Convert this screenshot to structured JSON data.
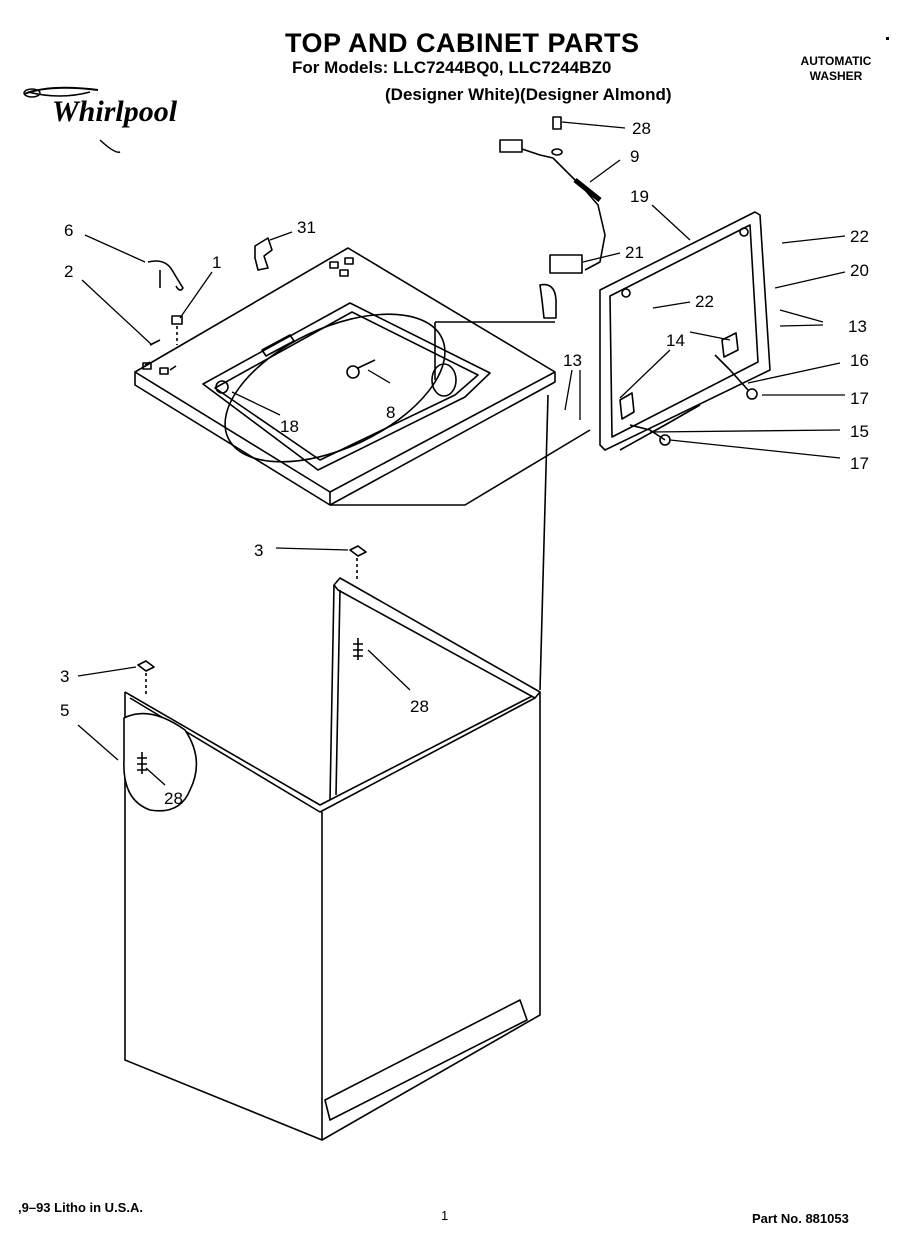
{
  "header": {
    "title": "TOP AND CABINET PARTS",
    "models_line": "For Models: LLC7244BQ0, LLC7244BZ0",
    "variants_line": "(Designer White)(Designer Almond)",
    "product_type_line1": "AUTOMATIC",
    "product_type_line2": "WASHER",
    "brand": "Whirlpool"
  },
  "callouts": {
    "c28_top": "28",
    "c9": "9",
    "c19": "19",
    "c6": "6",
    "c31": "31",
    "c2": "2",
    "c1": "1",
    "c21": "21",
    "c22_top": "22",
    "c20": "20",
    "c22_mid": "22",
    "c13_right": "13",
    "c14": "14",
    "c16": "16",
    "c13_left": "13",
    "c17_top": "17",
    "c15": "15",
    "c17_bottom": "17",
    "c18": "18",
    "c8": "8",
    "c3_top": "3",
    "c3_left": "3",
    "c28_mid": "28",
    "c5": "5",
    "c28_low": "28"
  },
  "footer": {
    "litho": ",9–93 Litho in U.S.A.",
    "page": "1",
    "part_no": "Part No. 881053"
  }
}
